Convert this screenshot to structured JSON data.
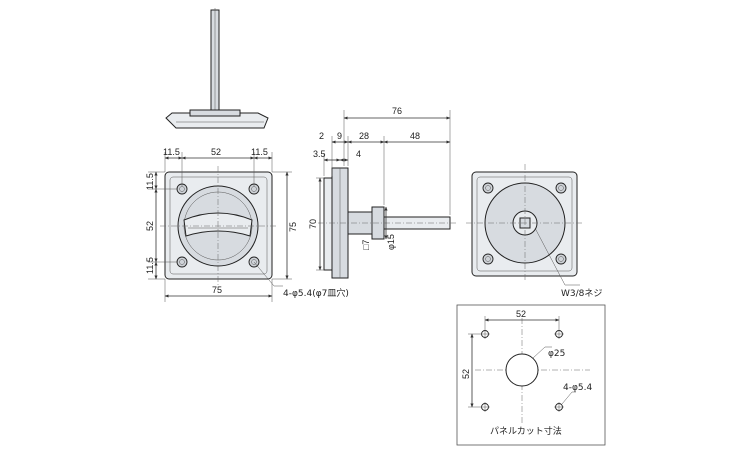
{
  "front_view": {
    "top_dims": [
      "11.5",
      "52",
      "11.5"
    ],
    "left_dims": [
      "11.5",
      "52",
      "11.5"
    ],
    "right_dim": "75",
    "bottom_dim": "75",
    "hole_callout": "4-φ5.4(φ7皿穴)"
  },
  "side_view": {
    "overall": "76",
    "segments": [
      "2",
      "9",
      "28",
      "48"
    ],
    "sub_dims": [
      "3.5",
      "4"
    ],
    "height": "70",
    "square": "□7",
    "shaft_dia": "φ15"
  },
  "back_view": {
    "thread_callout": "W3/8ネジ"
  },
  "panel_cut": {
    "width": "52",
    "height": "52",
    "center_hole": "φ25",
    "holes": "4-φ5.4",
    "caption": "パネルカット寸法"
  }
}
